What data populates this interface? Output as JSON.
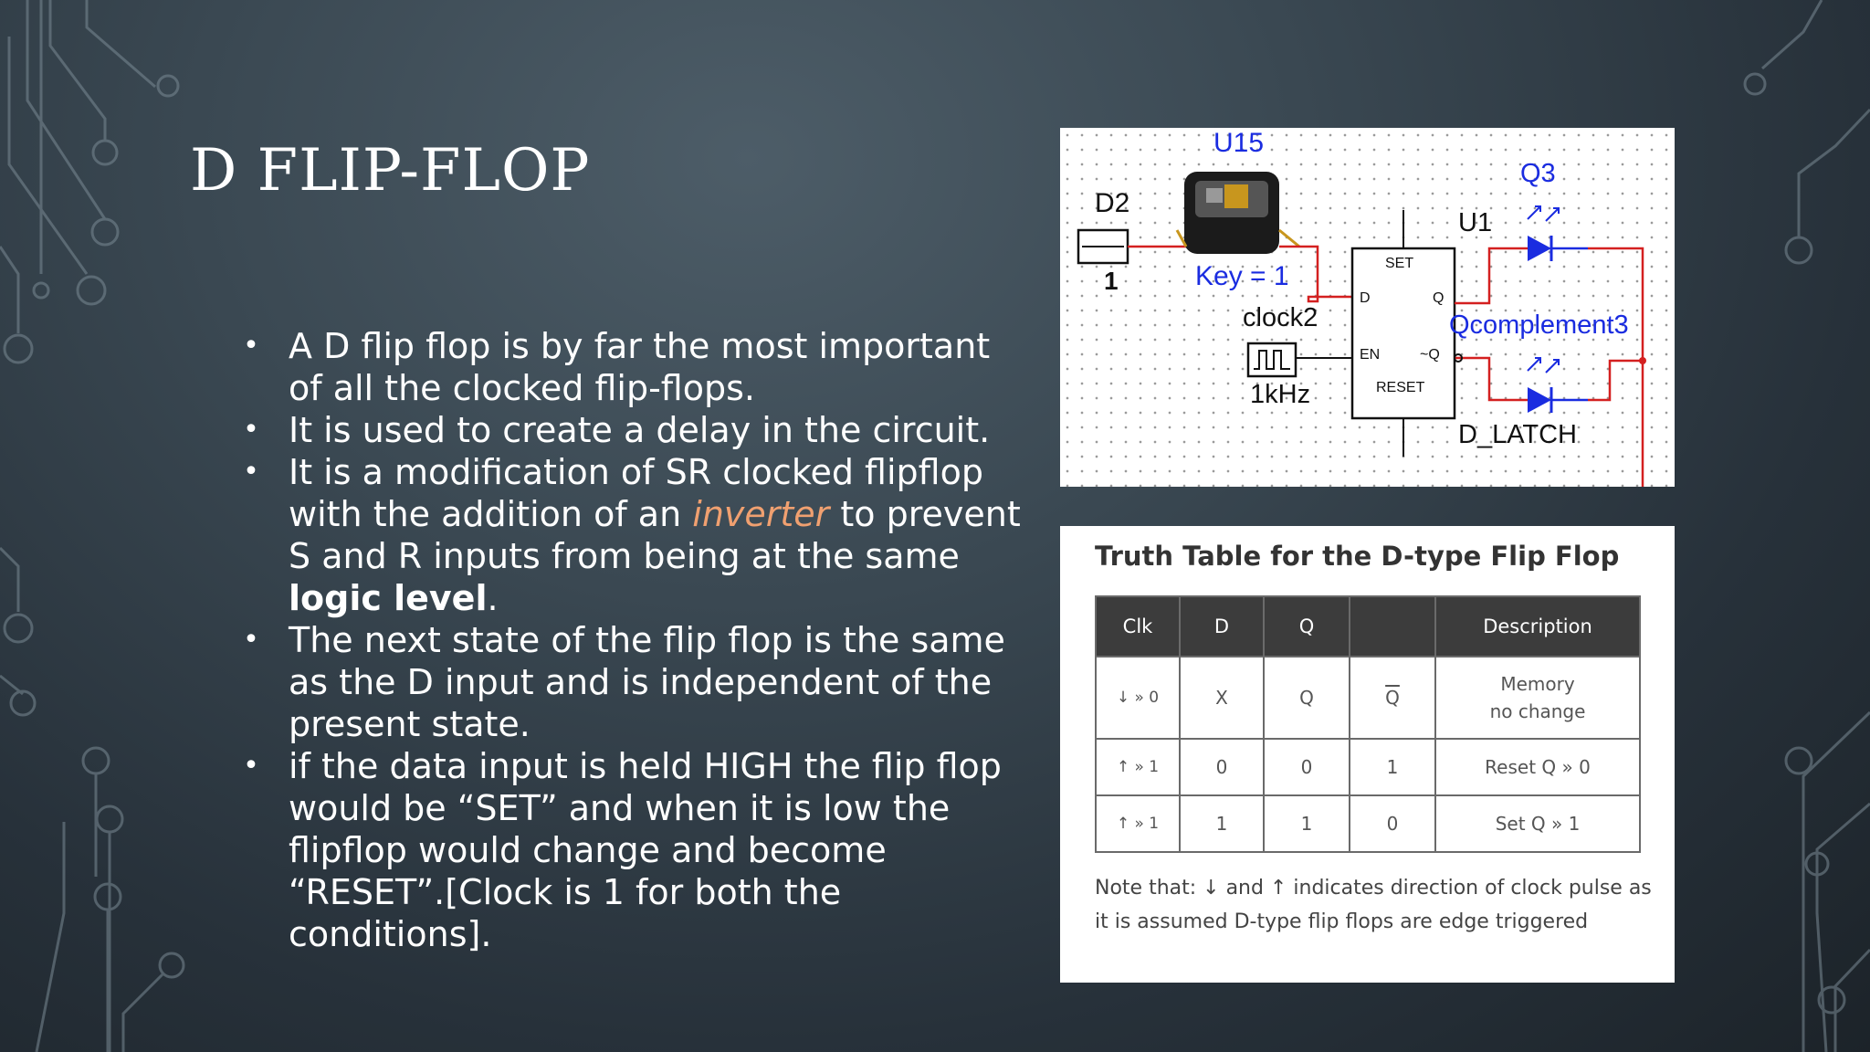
{
  "slide": {
    "title": "D FLIP-FLOP",
    "bullets": {
      "b1": "A D flip flop is by far the most important of all the clocked flip-flops.",
      "b2": "It is used to create a delay in the circuit.",
      "b3_part1": "It is a modification of SR clocked flipflop with the addition of an",
      "b3_inverter": "inverter",
      "b3_part2": "to prevent S and R inputs from being at the same",
      "b3_bold": "logic level",
      "b3_end": ".",
      "b4": "The next state of the flip flop is the same as the D input and is independent of the present state.",
      "b5": "if the data input is held HIGH the flip flop would be “SET” and when it is low the flipflop would change and become “RESET”.[Clock is 1 for both the conditions]."
    },
    "bullet_glyph": "•"
  },
  "circuit": {
    "u15": "U15",
    "d2": "D2",
    "d2_value": "1",
    "key": "Key = 1",
    "clock": "clock2",
    "freq": "1kHz",
    "u1": "U1",
    "set": "SET",
    "d": "D",
    "q": "Q",
    "en": "EN",
    "notq": "~Q",
    "reset": "RESET",
    "q3": "Q3",
    "qcomp": "Qcomplement3",
    "dlatch": "D_LATCH"
  },
  "truth_table": {
    "title": "Truth Table for the D-type Flip Flop",
    "headers": [
      "Clk",
      "D",
      "Q",
      "",
      "Description"
    ],
    "rows": [
      {
        "clk": "↓ » 0",
        "d": "X",
        "q": "Q",
        "qbar": "Q",
        "desc1": "Memory",
        "desc2": "no change"
      },
      {
        "clk": "↑ » 1",
        "d": "0",
        "q": "0",
        "qbar": "1",
        "desc1": "Reset Q » 0"
      },
      {
        "clk": "↑ » 1",
        "d": "1",
        "q": "1",
        "qbar": "0",
        "desc1": "Set Q » 1"
      }
    ],
    "note": "Note that: ↓ and ↑ indicates direction of clock pulse as it is assumed D-type flip flops are edge triggered"
  },
  "colors": {
    "accent": "#f0a070",
    "circuit_label": "#1a2ce0",
    "wire": "#d42020"
  }
}
